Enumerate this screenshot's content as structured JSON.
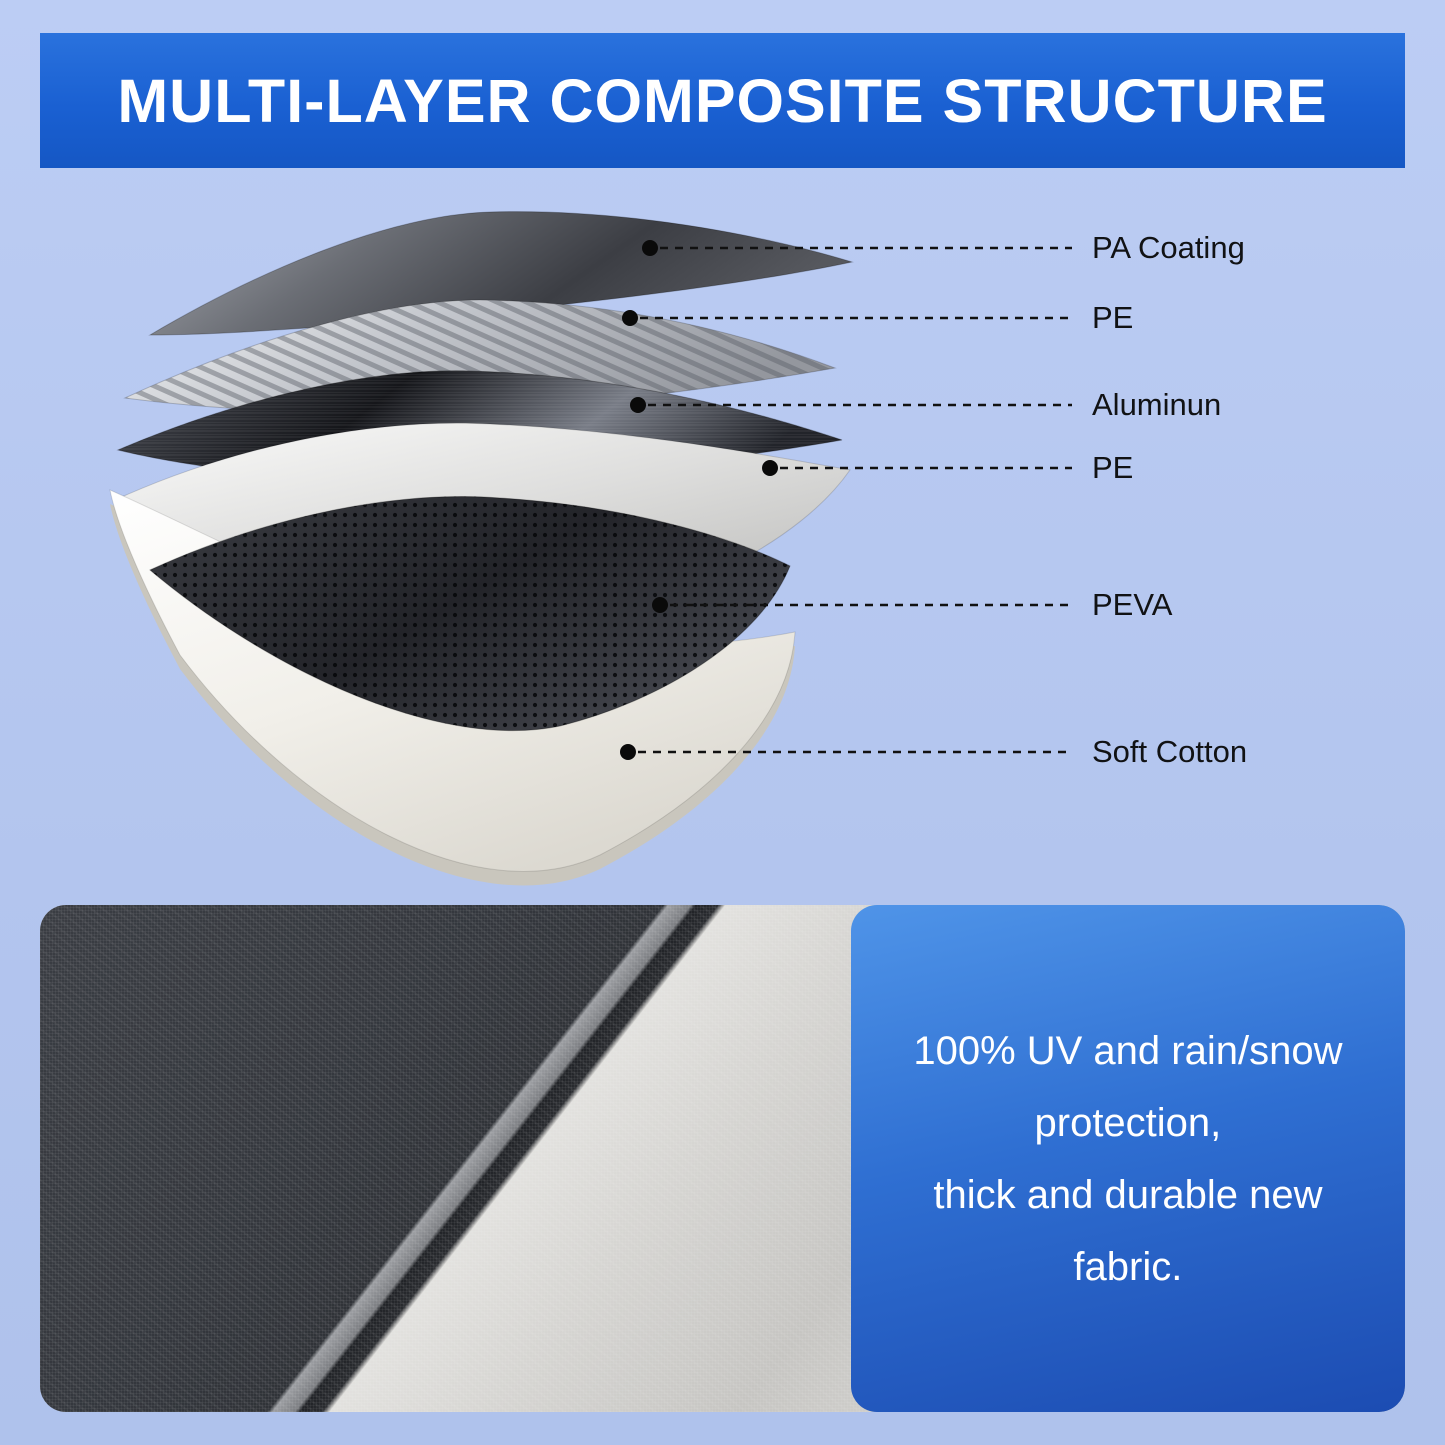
{
  "header": {
    "title": "MULTI-LAYER COMPOSITE STRUCTURE"
  },
  "diagram": {
    "layers": [
      {
        "name": "PA Coating"
      },
      {
        "name": "PE"
      },
      {
        "name": "Aluminun"
      },
      {
        "name": "PE"
      },
      {
        "name": "PEVA"
      },
      {
        "name": "Soft Cotton"
      }
    ]
  },
  "bottom": {
    "caption": "100% UV and rain/snow\nprotection,\nthick and durable new\nfabric."
  },
  "colors": {
    "page_background": "#b3c5ee",
    "header_background": "#1a60d2",
    "panel_gradient_top": "#4f94e8",
    "panel_gradient_bottom": "#1c4cb2",
    "callout_line": "#111111"
  }
}
